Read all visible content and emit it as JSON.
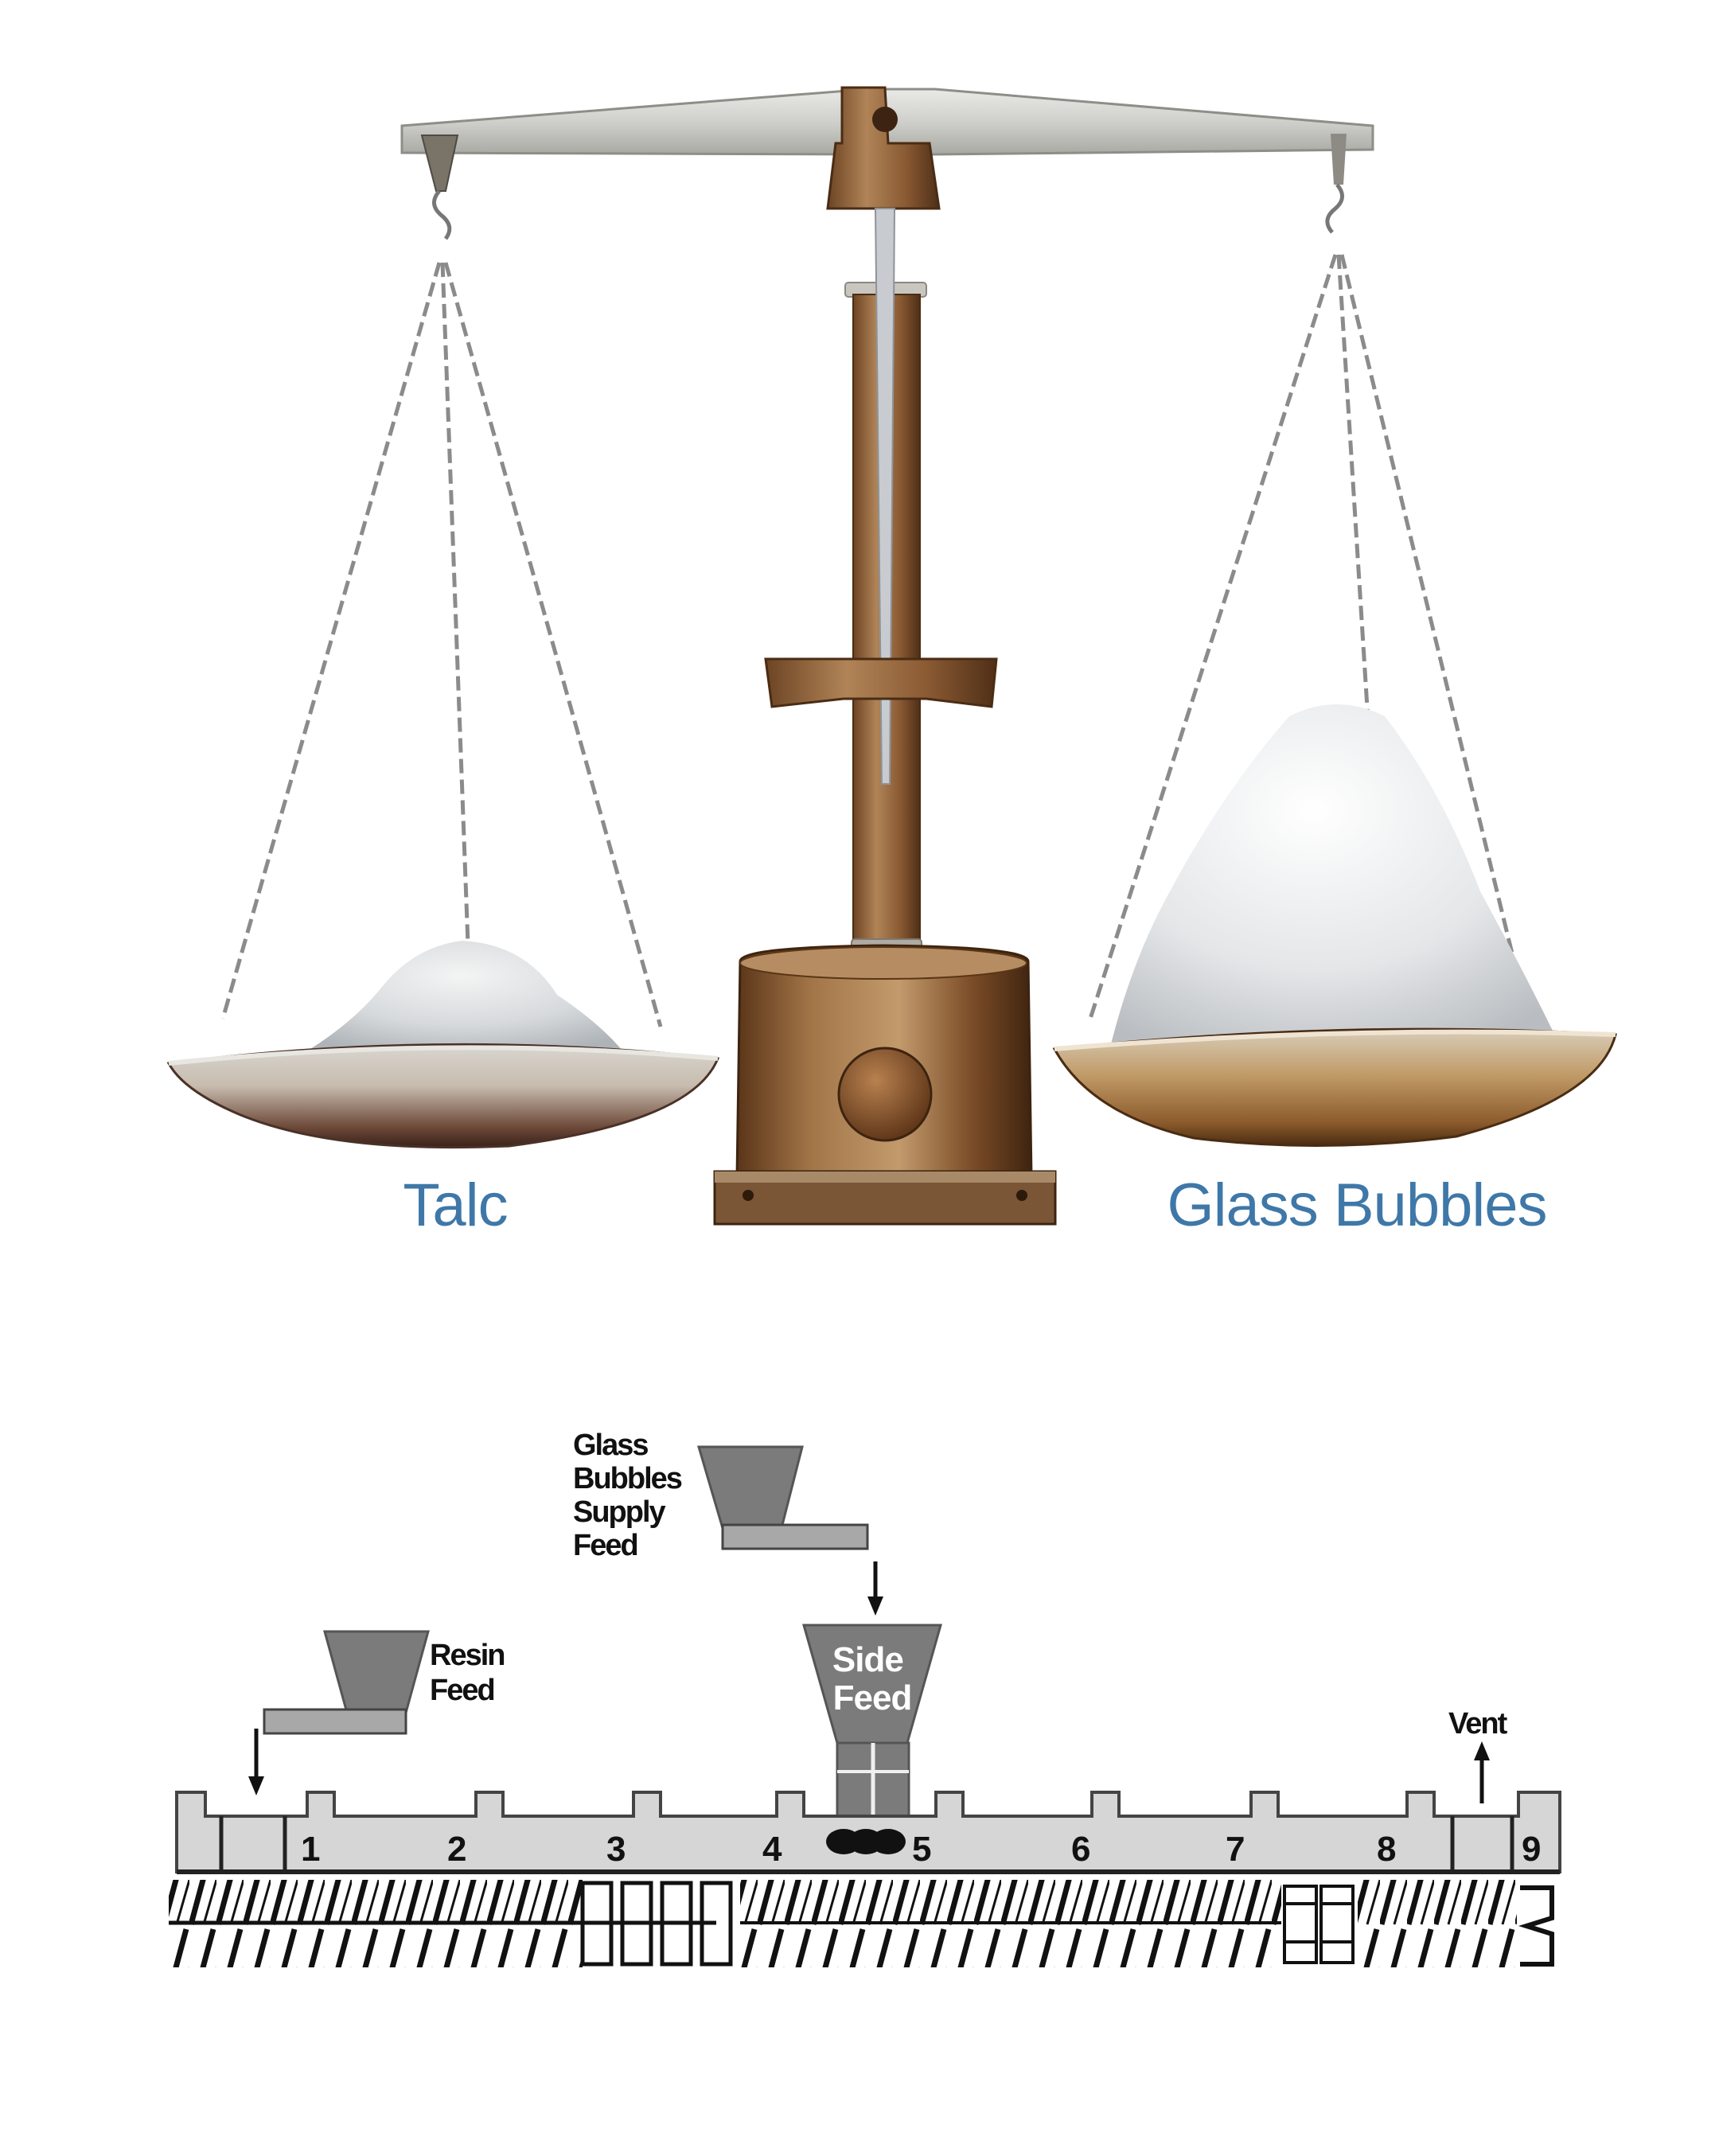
{
  "scale": {
    "left_pan_label": "Talc",
    "right_pan_label": "Glass Bubbles"
  },
  "extruder": {
    "glass_bubbles_feed_label": [
      "Glass",
      "Bubbles",
      "Supply",
      "Feed"
    ],
    "resin_feed_label": [
      "Resin",
      "Feed"
    ],
    "side_feed_label": [
      "Side",
      "Feed"
    ],
    "vent_label": "Vent",
    "zones": [
      "1",
      "2",
      "3",
      "4",
      "5",
      "6",
      "7",
      "8",
      "9"
    ]
  },
  "colors": {
    "label_blue": "#3f78a8",
    "barrel_gray": "#d6d6d6",
    "hopper_gray": "#7b7b7b",
    "brass": "#8a5a33"
  }
}
